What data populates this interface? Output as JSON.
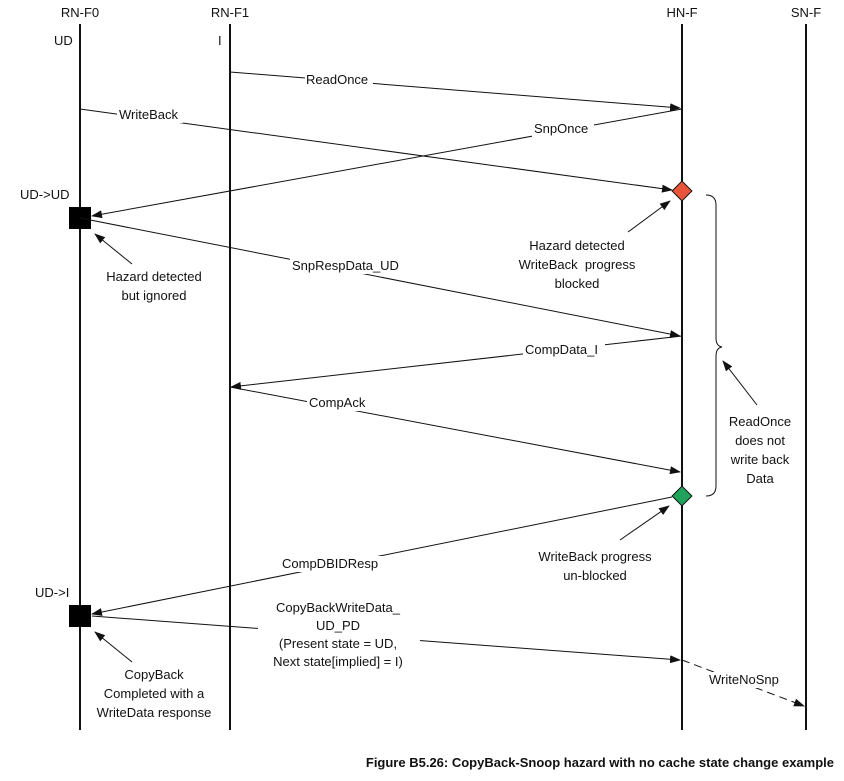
{
  "lifelines": {
    "rnf0": "RN-F0",
    "rnf1": "RN-F1",
    "hnf": "HN-F",
    "snf": "SN-F"
  },
  "initial_states": {
    "rnf0": "UD",
    "rnf1": "I"
  },
  "messages": {
    "readonce": "ReadOnce",
    "writeback": "WriteBack",
    "snponce": "SnpOnce",
    "snprespdata": "SnpRespData_UD",
    "compdata": "CompData_I",
    "compack": "CompAck",
    "compdbidresp": "CompDBIDResp",
    "copyback_line1": "CopyBackWriteData_",
    "copyback_line2": "UD_PD",
    "copyback_line3": "(Present state = UD,",
    "copyback_line4": "Next state[implied] = I)",
    "writenosnp": "WriteNoSnp"
  },
  "state_changes": {
    "first": "UD->UD",
    "second": "UD->I"
  },
  "annotations": {
    "hazard_ignored": [
      "Hazard detected",
      "but ignored"
    ],
    "hazard_blocked": [
      "Hazard detected",
      "WriteBack  progress",
      "blocked"
    ],
    "readonce_note": [
      "ReadOnce",
      "does not",
      "write back",
      "Data"
    ],
    "unblocked": [
      "WriteBack progress",
      "un-blocked"
    ],
    "copyback_completed": [
      "CopyBack",
      "Completed with a",
      "WriteData response"
    ]
  },
  "caption": "Figure B5.26: CopyBack-Snoop hazard with no cache state change example",
  "colors": {
    "hazard_blocked": "#e8553a",
    "hazard_unblocked": "#1fa35a",
    "line": "#111111"
  }
}
